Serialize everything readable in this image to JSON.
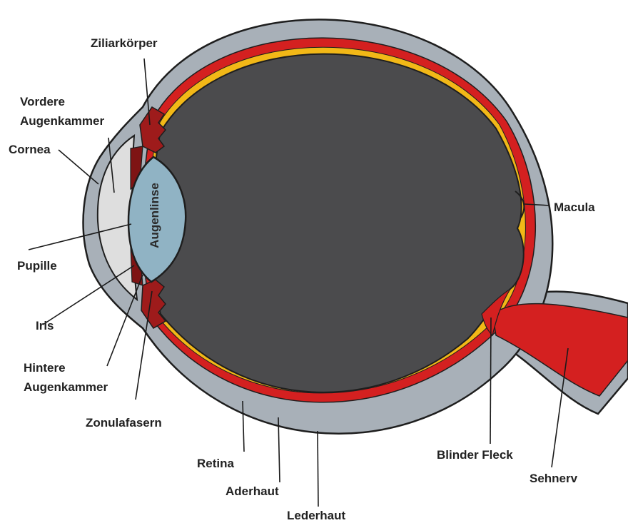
{
  "labels": {
    "ziliarkoerper": "Ziliarkörper",
    "vordere_1": "Vordere",
    "vordere_2": "Augenkammer",
    "cornea": "Cornea",
    "pupille": "Pupille",
    "iris": "Iris",
    "hintere_1": "Hintere",
    "hintere_2": "Augenkammer",
    "zonulafasern": "Zonulafasern",
    "retina": "Retina",
    "aderhaut": "Aderhaut",
    "lederhaut": "Lederhaut",
    "blinder_fleck": "Blinder Fleck",
    "sehnerv": "Sehnerv",
    "macula": "Macula",
    "augenlinse": "Augenlinse"
  },
  "colors": {
    "sclera": "#a8b0b8",
    "outline": "#1e1e1e",
    "choroid": "#d42020",
    "retina": "#f2b817",
    "vitreous": "#4b4b4d",
    "lens": "#90b3c4",
    "anterior_chamber": "#dedede",
    "ciliary_body": "#9e1b1b"
  }
}
